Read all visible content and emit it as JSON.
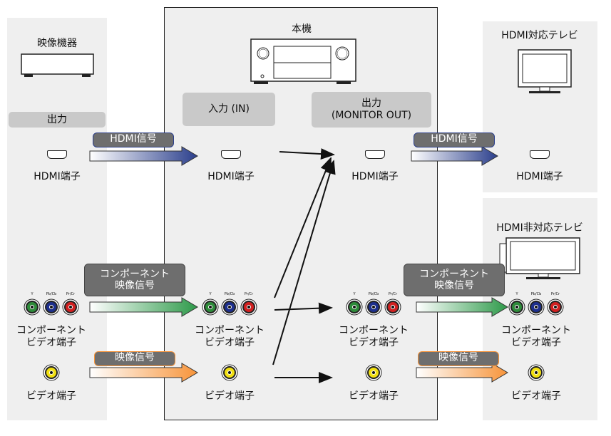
{
  "source": {
    "title": "映像機器",
    "output_label": "出力",
    "hdmi_label": "HDMI端子",
    "component_label_1": "コンポーネント",
    "component_label_2": "ビデオ端子",
    "video_label": "ビデオ端子"
  },
  "unit": {
    "title": "本機",
    "input_label": "入力 (IN)",
    "output_label_1": "出力",
    "output_label_2": "(MONITOR OUT)",
    "hdmi_label": "HDMI端子",
    "component_label_1": "コンポーネント",
    "component_label_2": "ビデオ端子",
    "video_label": "ビデオ端子"
  },
  "tv_hdmi": {
    "title": "HDMI対応テレビ",
    "hdmi_label": "HDMI端子"
  },
  "tv_nonhdmi": {
    "title": "HDMI非対応テレビ",
    "component_label_1": "コンポーネント",
    "component_label_2": "ビデオ端子",
    "video_label": "ビデオ端子"
  },
  "signals": {
    "hdmi": "HDMI信号",
    "component_1": "コンポーネント",
    "component_2": "映像信号",
    "video": "映像信号"
  },
  "jack_labels": [
    "Y",
    "Pb/Cb",
    "Pr/Cr"
  ],
  "colors": {
    "hdmi": "#2b3f8c",
    "component": "#2e9a4a",
    "video": "#f7943a",
    "pill_gray": "#6e6e6e",
    "jack_green": "#2e8b3a",
    "jack_blue": "#1d2f8c",
    "jack_red": "#d02020",
    "jack_yellow": "#f2e012"
  }
}
